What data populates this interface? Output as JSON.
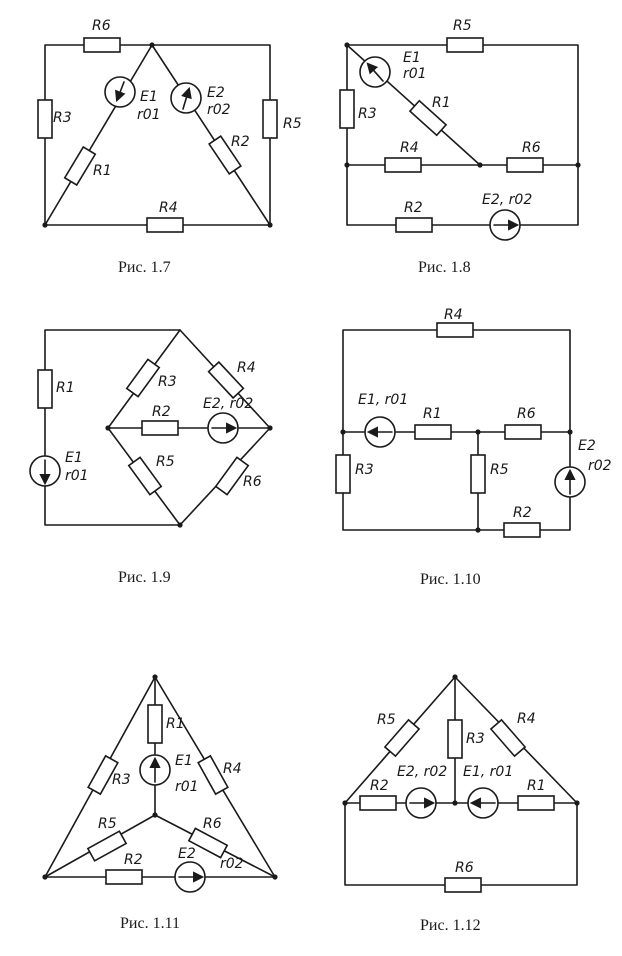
{
  "figures": [
    {
      "id": "fig-1-7",
      "caption": "Рис. 1.7",
      "labels": {
        "R6": "R6",
        "R3": "R3",
        "R1": "R1",
        "R2": "R2",
        "R5": "R5",
        "R4": "R4",
        "E1": "E1",
        "r01": "r01",
        "E2": "E2",
        "r02": "r02"
      }
    },
    {
      "id": "fig-1-8",
      "caption": "Рис. 1.8",
      "labels": {
        "R5": "R5",
        "R3": "R3",
        "R1": "R1",
        "R4": "R4",
        "R6": "R6",
        "R2": "R2",
        "E1": "E1",
        "r01": "r01",
        "E2": "E2, r02"
      }
    },
    {
      "id": "fig-1-9",
      "caption": "Рис. 1.9",
      "labels": {
        "R1": "R1",
        "E1": "E1",
        "r01": "r01",
        "R3": "R3",
        "R4": "R4",
        "R2": "R2",
        "E2": "E2, r02",
        "R5": "R5",
        "R6": "R6"
      }
    },
    {
      "id": "fig-1-10",
      "caption": "Рис. 1.10",
      "labels": {
        "R4": "R4",
        "E1": "E1, r01",
        "R1": "R1",
        "R6": "R6",
        "R3": "R3",
        "R5": "R5",
        "R2": "R2",
        "E2": "E2",
        "r02": "r02"
      }
    },
    {
      "id": "fig-1-11",
      "caption": "Рис. 1.11",
      "labels": {
        "R1": "R1",
        "R3": "R3",
        "R4": "R4",
        "E1": "E1",
        "r01": "r01",
        "R5": "R5",
        "R6": "R6",
        "R2": "R2",
        "E2": "E2",
        "r02": "r02"
      }
    },
    {
      "id": "fig-1-12",
      "caption": "Рис. 1.12",
      "labels": {
        "R5": "R5",
        "R3": "R3",
        "R4": "R4",
        "R2": "R2",
        "E2": "E2, r02",
        "E1": "E1, r01",
        "R1": "R1",
        "R6": "R6"
      }
    }
  ]
}
